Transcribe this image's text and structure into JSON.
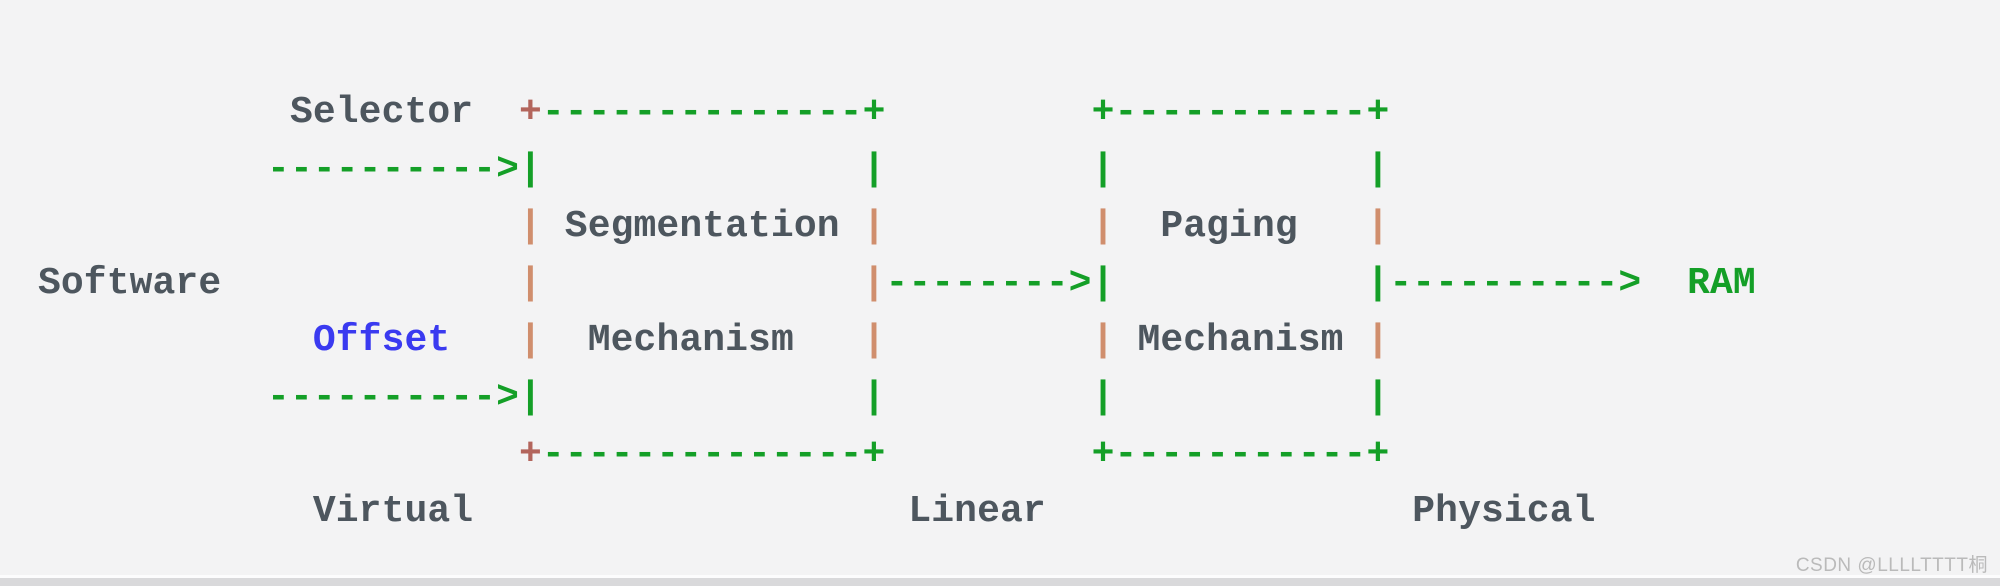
{
  "background": "#f3f3f4",
  "watermark": {
    "text": "CSDN @LLLLTTTT桐",
    "color": "#bababa"
  },
  "bottom_edge_color": "#d9d9db",
  "diagram": {
    "description": "ASCII flow diagram: Software (Selector + Offset) -> Segmentation Mechanism -> Paging Mechanism -> RAM; address spaces labeled Virtual, Linear, Physical",
    "colors": {
      "text": "#4d565e",
      "green": "#149f27",
      "red": "#b3655c",
      "salmon": "#d08e6d",
      "blue": "#3a3af0"
    },
    "lines": [
      {
        "segments": [
          {
            "t": "           ",
            "c": "text"
          },
          {
            "t": "Selector",
            "c": "text"
          },
          {
            "t": "  ",
            "c": "text"
          },
          {
            "t": "+",
            "c": "red"
          },
          {
            "t": "--------------",
            "c": "green"
          },
          {
            "t": "+",
            "c": "green"
          },
          {
            "t": "         ",
            "c": "text"
          },
          {
            "t": "+",
            "c": "green"
          },
          {
            "t": "-----------",
            "c": "green"
          },
          {
            "t": "+",
            "c": "green"
          }
        ]
      },
      {
        "segments": [
          {
            "t": "          ",
            "c": "text"
          },
          {
            "t": "---------->",
            "c": "green"
          },
          {
            "t": "|",
            "c": "green"
          },
          {
            "t": "              ",
            "c": "text"
          },
          {
            "t": "|",
            "c": "green"
          },
          {
            "t": "         ",
            "c": "text"
          },
          {
            "t": "|",
            "c": "green"
          },
          {
            "t": "           ",
            "c": "text"
          },
          {
            "t": "|",
            "c": "green"
          }
        ]
      },
      {
        "segments": [
          {
            "t": "                     ",
            "c": "text"
          },
          {
            "t": "|",
            "c": "salmon"
          },
          {
            "t": " ",
            "c": "text"
          },
          {
            "t": "Segmentation",
            "c": "text"
          },
          {
            "t": " ",
            "c": "text"
          },
          {
            "t": "|",
            "c": "salmon"
          },
          {
            "t": "         ",
            "c": "text"
          },
          {
            "t": "|",
            "c": "salmon"
          },
          {
            "t": "  ",
            "c": "text"
          },
          {
            "t": "Paging",
            "c": "text"
          },
          {
            "t": "   ",
            "c": "text"
          },
          {
            "t": "|",
            "c": "salmon"
          }
        ]
      },
      {
        "segments": [
          {
            "t": "Software",
            "c": "text"
          },
          {
            "t": "             ",
            "c": "text"
          },
          {
            "t": "|",
            "c": "salmon"
          },
          {
            "t": "              ",
            "c": "text"
          },
          {
            "t": "|",
            "c": "salmon"
          },
          {
            "t": "-------->",
            "c": "green"
          },
          {
            "t": "|",
            "c": "green"
          },
          {
            "t": "           ",
            "c": "text"
          },
          {
            "t": "|",
            "c": "green"
          },
          {
            "t": "---------->",
            "c": "green"
          },
          {
            "t": "  ",
            "c": "text"
          },
          {
            "t": "RAM",
            "c": "green"
          }
        ]
      },
      {
        "segments": [
          {
            "t": "            ",
            "c": "text"
          },
          {
            "t": "Offset",
            "c": "blue"
          },
          {
            "t": "   ",
            "c": "text"
          },
          {
            "t": "|",
            "c": "salmon"
          },
          {
            "t": "  ",
            "c": "text"
          },
          {
            "t": "Mechanism",
            "c": "text"
          },
          {
            "t": "   ",
            "c": "text"
          },
          {
            "t": "|",
            "c": "salmon"
          },
          {
            "t": "         ",
            "c": "text"
          },
          {
            "t": "|",
            "c": "salmon"
          },
          {
            "t": " ",
            "c": "text"
          },
          {
            "t": "Mechanism",
            "c": "text"
          },
          {
            "t": " ",
            "c": "text"
          },
          {
            "t": "|",
            "c": "salmon"
          }
        ]
      },
      {
        "segments": [
          {
            "t": "          ",
            "c": "text"
          },
          {
            "t": "---------->",
            "c": "green"
          },
          {
            "t": "|",
            "c": "green"
          },
          {
            "t": "              ",
            "c": "text"
          },
          {
            "t": "|",
            "c": "green"
          },
          {
            "t": "         ",
            "c": "text"
          },
          {
            "t": "|",
            "c": "green"
          },
          {
            "t": "           ",
            "c": "text"
          },
          {
            "t": "|",
            "c": "green"
          }
        ]
      },
      {
        "segments": [
          {
            "t": "                     ",
            "c": "text"
          },
          {
            "t": "+",
            "c": "red"
          },
          {
            "t": "--------------",
            "c": "green"
          },
          {
            "t": "+",
            "c": "green"
          },
          {
            "t": "         ",
            "c": "text"
          },
          {
            "t": "+",
            "c": "green"
          },
          {
            "t": "-----------",
            "c": "green"
          },
          {
            "t": "+",
            "c": "green"
          }
        ]
      },
      {
        "segments": [
          {
            "t": "            ",
            "c": "text"
          },
          {
            "t": "Virtual",
            "c": "text"
          },
          {
            "t": "                   ",
            "c": "text"
          },
          {
            "t": "Linear",
            "c": "text"
          },
          {
            "t": "                ",
            "c": "text"
          },
          {
            "t": "Physical",
            "c": "text"
          }
        ]
      }
    ]
  }
}
